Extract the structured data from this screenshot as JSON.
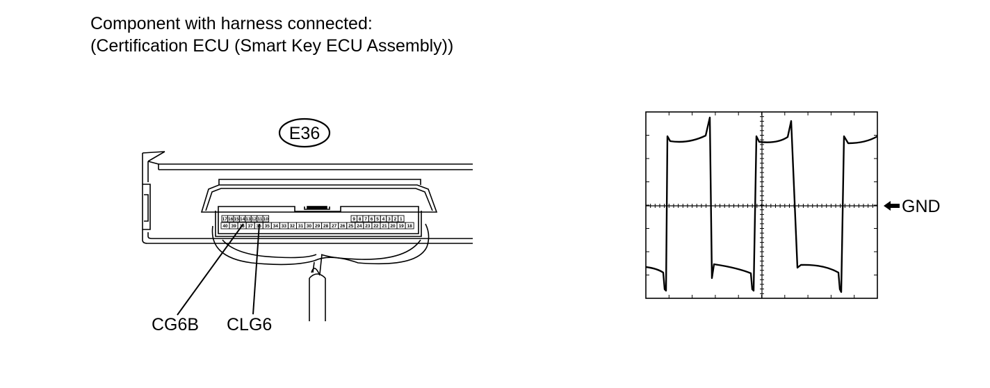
{
  "title": {
    "line1": "Component with harness connected:",
    "line2": "(Certification ECU (Smart Key ECU Assembly))"
  },
  "connector": {
    "id": "E36",
    "top_row_left": [
      "17",
      "16",
      "15",
      "14",
      "13",
      "12",
      "11",
      "10"
    ],
    "top_row_right": [
      "9",
      "8",
      "7",
      "6",
      "5",
      "4",
      "3",
      "2",
      "1"
    ],
    "bottom_row": [
      "40",
      "39",
      "38",
      "37",
      "36",
      "35",
      "34",
      "33",
      "32",
      "31",
      "30",
      "29",
      "28",
      "27",
      "26",
      "25",
      "24",
      "23",
      "22",
      "21",
      "20",
      "19",
      "18"
    ]
  },
  "callouts": {
    "left": "CG6B",
    "right": "CLG6"
  },
  "scope": {
    "ground_label": "GND",
    "arrow_icon": "left-arrow-icon"
  }
}
